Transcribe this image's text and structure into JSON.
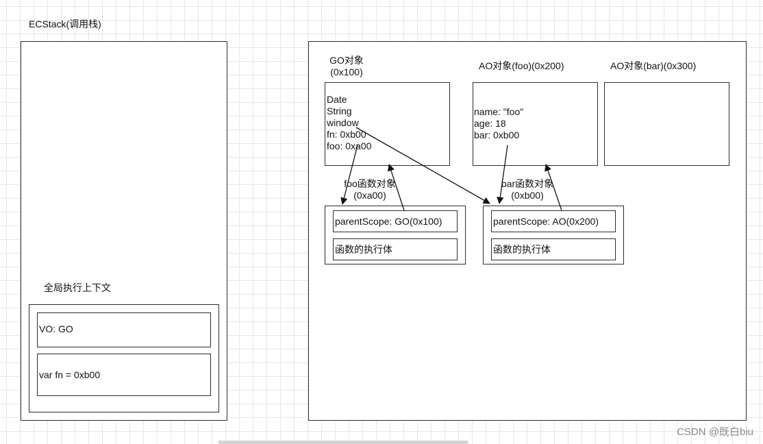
{
  "ecstack": {
    "title": "ECStack(调用栈)",
    "global_context": {
      "label": "全局执行上下文",
      "vo": "VO: GO",
      "var_fn": "var fn = 0xb00"
    }
  },
  "heap": {
    "go": {
      "title_line1": "GO对象",
      "title_line2": "(0x100)",
      "lines": [
        "Date",
        "String",
        "window",
        "fn: 0xb00",
        "foo: 0xa00"
      ]
    },
    "ao_foo": {
      "title": "AO对象(foo)(0x200)",
      "lines": [
        "name: \"foo\"",
        "age: 18",
        "bar: 0xb00"
      ]
    },
    "ao_bar": {
      "title": "AO对象(bar)(0x300)"
    },
    "foo_func": {
      "title_line1": "foo函数对象",
      "title_line2": "(0xa00)",
      "parent_scope": "parentScope: GO(0x100)",
      "body": "函数的执行体"
    },
    "bar_func": {
      "title_line1": "bar函数对象",
      "title_line2": "(0xb00)",
      "parent_scope": "parentScope: AO(0x200)",
      "body": "函数的执行体"
    }
  },
  "watermark": "CSDN @既白biu"
}
